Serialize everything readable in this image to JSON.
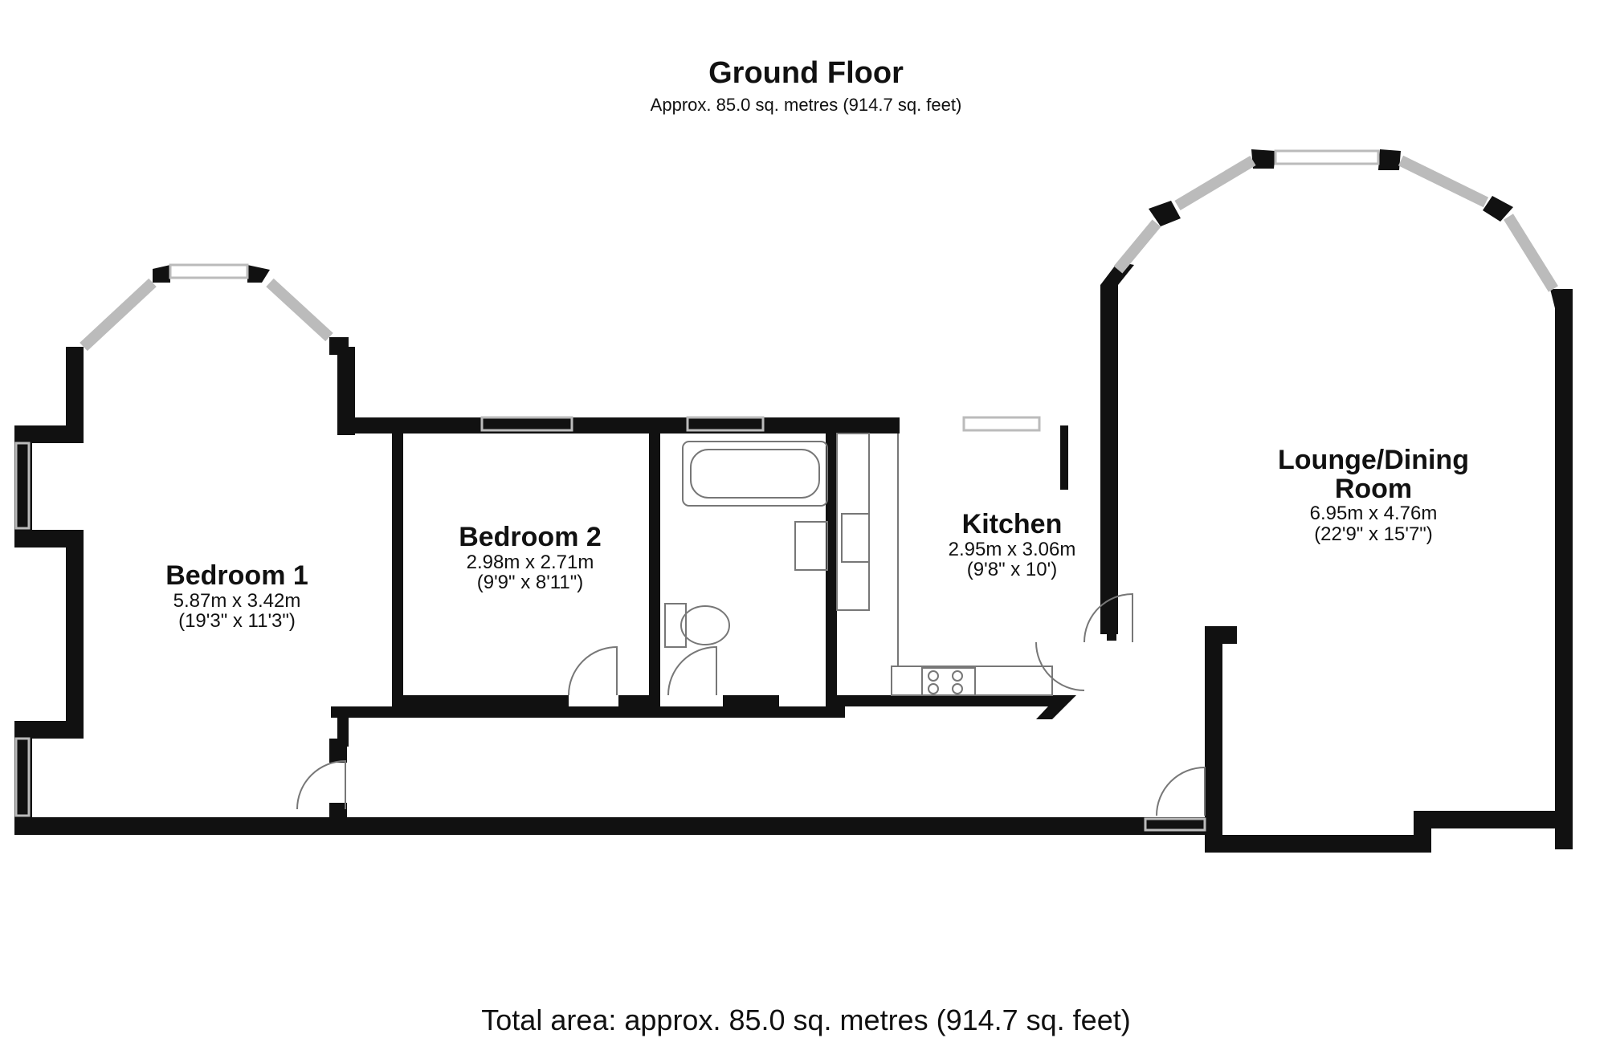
{
  "header": {
    "title": "Ground Floor",
    "subtitle": "Approx. 85.0 sq. metres (914.7 sq. feet)"
  },
  "rooms": [
    {
      "name": "Bedroom 1",
      "metric": "5.87m x 3.42m",
      "imperial": "(19'3\" x 11'3\")"
    },
    {
      "name": "Bedroom 2",
      "metric": "2.98m x 2.71m",
      "imperial": "(9'9\" x 8'11\")"
    },
    {
      "name": "Kitchen",
      "metric": "2.95m x 3.06m",
      "imperial": "(9'8\" x 10')"
    },
    {
      "name": "Lounge/Dining Room",
      "metric": "6.95m x 4.76m",
      "imperial": "(22'9\" x 15'7\")"
    }
  ],
  "footer": {
    "total": "Total area: approx. 85.0 sq. metres (914.7 sq. feet)"
  },
  "colors": {
    "wall": "#111111",
    "fixture": "#777777",
    "window": "#bbbbbb"
  }
}
